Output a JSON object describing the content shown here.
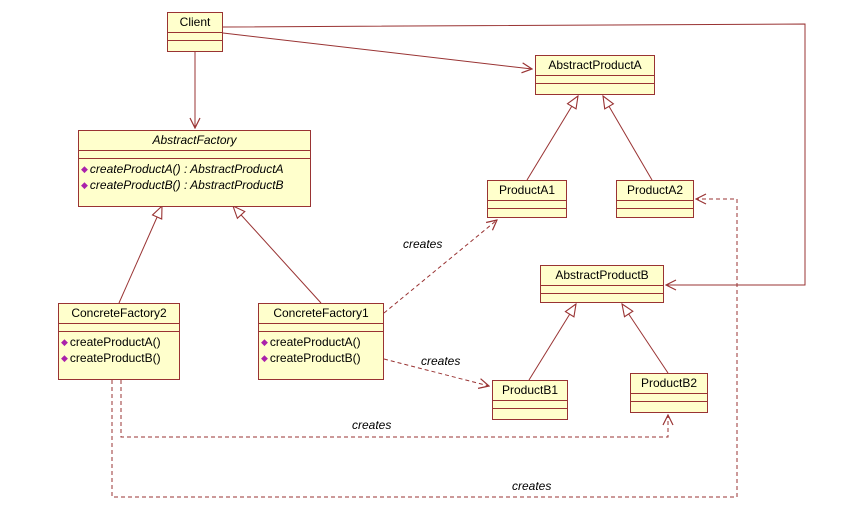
{
  "diagram": {
    "background": "#FFFFFF",
    "node_fill": "#FFFFCC",
    "line_color": "#993333",
    "diamond_color": "#AA22AA",
    "text_color": "#000000"
  },
  "classes": {
    "client": {
      "name": "Client"
    },
    "abstract_product_a": {
      "name": "AbstractProductA"
    },
    "abstract_factory": {
      "name": "AbstractFactory",
      "methods": [
        "createProductA() : AbstractProductA",
        "createProductB() : AbstractProductB"
      ]
    },
    "product_a1": {
      "name": "ProductA1"
    },
    "product_a2": {
      "name": "ProductA2"
    },
    "abstract_product_b": {
      "name": "AbstractProductB"
    },
    "concrete_factory2": {
      "name": "ConcreteFactory2",
      "methods": [
        "createProductA()",
        "createProductB()"
      ]
    },
    "concrete_factory1": {
      "name": "ConcreteFactory1",
      "methods": [
        "createProductA()",
        "createProductB()"
      ]
    },
    "product_b1": {
      "name": "ProductB1"
    },
    "product_b2": {
      "name": "ProductB2"
    }
  },
  "labels": {
    "creates": "creates"
  },
  "relationships": [
    {
      "from": "Client",
      "to": "AbstractFactory",
      "type": "association"
    },
    {
      "from": "Client",
      "to": "AbstractProductA",
      "type": "association"
    },
    {
      "from": "Client",
      "to": "AbstractProductB",
      "type": "association"
    },
    {
      "from": "ProductA1",
      "to": "AbstractProductA",
      "type": "generalization"
    },
    {
      "from": "ProductA2",
      "to": "AbstractProductA",
      "type": "generalization"
    },
    {
      "from": "ConcreteFactory2",
      "to": "AbstractFactory",
      "type": "generalization"
    },
    {
      "from": "ConcreteFactory1",
      "to": "AbstractFactory",
      "type": "generalization"
    },
    {
      "from": "ProductB1",
      "to": "AbstractProductB",
      "type": "generalization"
    },
    {
      "from": "ProductB2",
      "to": "AbstractProductB",
      "type": "generalization"
    },
    {
      "from": "ConcreteFactory1",
      "to": "ProductA1",
      "type": "dependency",
      "label": "creates"
    },
    {
      "from": "ConcreteFactory1",
      "to": "ProductB1",
      "type": "dependency",
      "label": "creates"
    },
    {
      "from": "ConcreteFactory2",
      "to": "ProductB2",
      "type": "dependency",
      "label": "creates"
    },
    {
      "from": "ConcreteFactory2",
      "to": "ProductA2",
      "type": "dependency",
      "label": "creates"
    }
  ]
}
